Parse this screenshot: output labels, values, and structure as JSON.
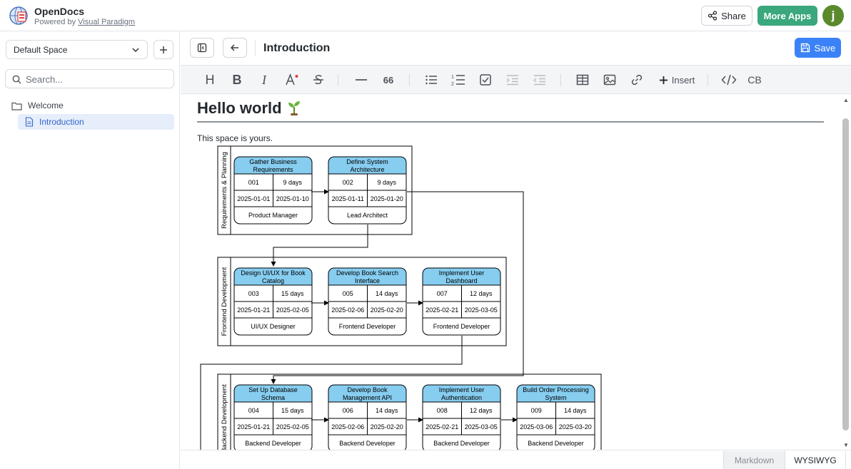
{
  "header": {
    "app_name": "OpenDocs",
    "powered_prefix": "Powered by ",
    "powered_link": "Visual Paradigm",
    "share_label": "Share",
    "more_apps_label": "More Apps",
    "avatar_letter": "j",
    "accent_color": "#3aa77d"
  },
  "sidebar": {
    "space_name": "Default Space",
    "search_placeholder": "Search...",
    "tree": [
      {
        "label": "Welcome",
        "icon": "folder-icon"
      },
      {
        "label": "Introduction",
        "icon": "document-icon",
        "selected": true
      }
    ]
  },
  "topbar": {
    "page_title": "Introduction",
    "save_label": "Save"
  },
  "toolbar": {
    "insert_label": "Insert",
    "cb_label": "CB",
    "heading_label": "H",
    "bold_label": "B",
    "italic_label": "I",
    "quote_label": "66"
  },
  "document": {
    "heading": "Hello world",
    "heading_emoji": "🌱",
    "paragraph": "This space is yours."
  },
  "diagram": {
    "lanes": [
      {
        "title": "Requirements & Planning"
      },
      {
        "title": "Frontend Development"
      },
      {
        "title": "Backend Development"
      }
    ],
    "tasks": [
      {
        "lane": 0,
        "name": [
          "Gather Business",
          "Requirements"
        ],
        "id": "001",
        "duration": "9 days",
        "start": "2025-01-01",
        "end": "2025-01-10",
        "role": "Product Manager"
      },
      {
        "lane": 0,
        "name": [
          "Define System",
          "Architecture"
        ],
        "id": "002",
        "duration": "9 days",
        "start": "2025-01-11",
        "end": "2025-01-20",
        "role": "Lead Architect"
      },
      {
        "lane": 1,
        "name": [
          "Design UI/UX for Book",
          "Catalog"
        ],
        "id": "003",
        "duration": "15 days",
        "start": "2025-01-21",
        "end": "2025-02-05",
        "role": "UI/UX Designer"
      },
      {
        "lane": 1,
        "name": [
          "Develop Book Search",
          "Interface"
        ],
        "id": "005",
        "duration": "14 days",
        "start": "2025-02-06",
        "end": "2025-02-20",
        "role": "Frontend Developer"
      },
      {
        "lane": 1,
        "name": [
          "Implement User",
          "Dashboard"
        ],
        "id": "007",
        "duration": "12 days",
        "start": "2025-02-21",
        "end": "2025-03-05",
        "role": "Frontend Developer"
      },
      {
        "lane": 2,
        "name": [
          "Set Up Database",
          "Schema"
        ],
        "id": "004",
        "duration": "15 days",
        "start": "2025-01-21",
        "end": "2025-02-05",
        "role": "Backend Developer"
      },
      {
        "lane": 2,
        "name": [
          "Develop Book",
          "Management API"
        ],
        "id": "006",
        "duration": "14 days",
        "start": "2025-02-06",
        "end": "2025-02-20",
        "role": "Backend Developer"
      },
      {
        "lane": 2,
        "name": [
          "Implement User",
          "Authentication"
        ],
        "id": "008",
        "duration": "12 days",
        "start": "2025-02-21",
        "end": "2025-03-05",
        "role": "Backend Developer"
      },
      {
        "lane": 2,
        "name": [
          "Build Order Processing",
          "System"
        ],
        "id": "009",
        "duration": "14 days",
        "start": "2025-03-06",
        "end": "2025-03-20",
        "role": "Backend Developer"
      }
    ]
  },
  "bottom_tabs": {
    "markdown_label": "Markdown",
    "wysiwyg_label": "WYSIWYG"
  }
}
